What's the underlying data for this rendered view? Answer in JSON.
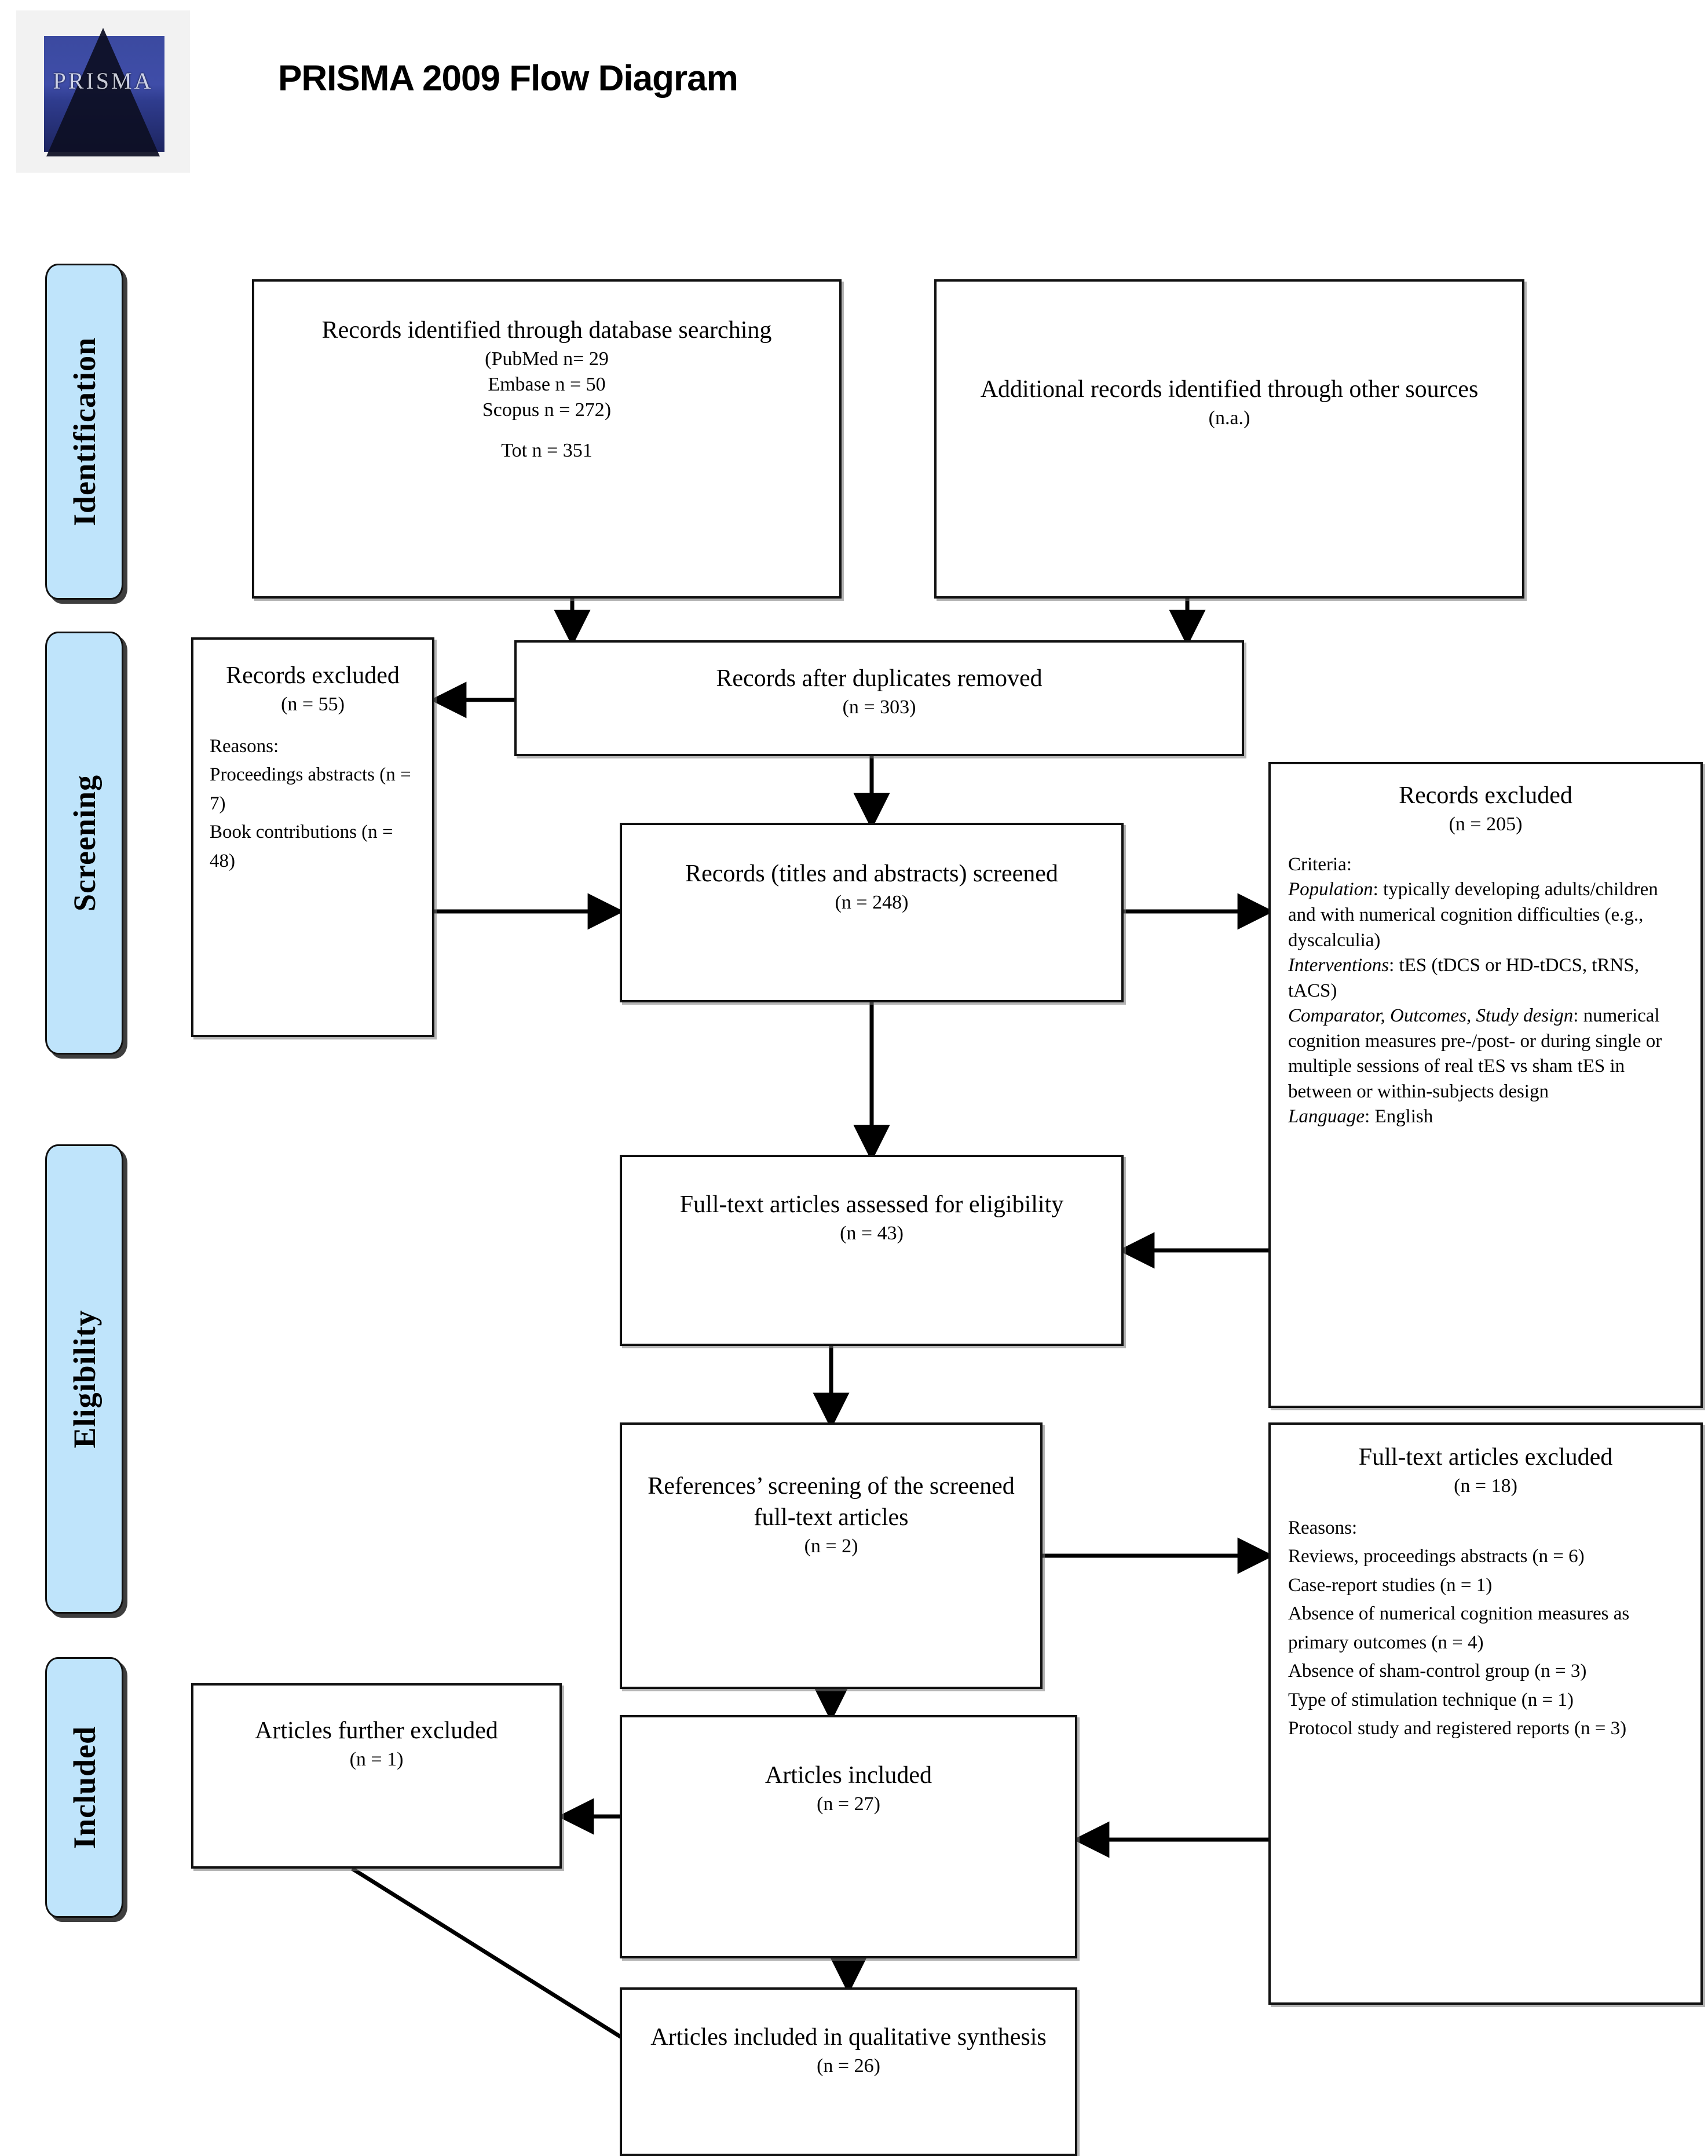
{
  "header": {
    "title": "PRISMA 2009 Flow Diagram",
    "logo_text": "PRISMA"
  },
  "phases": [
    {
      "label": "Identification"
    },
    {
      "label": "Screening"
    },
    {
      "label": "Eligibility"
    },
    {
      "label": "Included"
    }
  ],
  "boxes": {
    "database_records": {
      "title": "Records identified through database searching",
      "line1": "(PubMed n= 29",
      "line2": "Embase n = 50",
      "line3": "Scopus n = 272)",
      "total": "Tot n = 351"
    },
    "other_records": {
      "title": "Additional records identified through other sources",
      "count": "(n.a.)"
    },
    "duplicates_removed": {
      "title": "Records after duplicates removed",
      "count": "(n = 303)"
    },
    "records_excluded_left": {
      "title": "Records excluded",
      "count": "(n = 55)",
      "reasons_label": "Reasons:",
      "reason1": "Proceedings abstracts (n = 7)",
      "reason2": "Book contributions (n = 48)"
    },
    "records_screened": {
      "title": "Records (titles and abstracts) screened",
      "count": "(n = 248)"
    },
    "records_excluded_right": {
      "title": "Records excluded",
      "count": "(n = 205)",
      "criteria_label": "Criteria:",
      "population_key": "Population",
      "population_val": ": typically developing adults/children and with numerical cognition difficulties (e.g., dyscalculia)",
      "interventions_key": "Interventions",
      "interventions_val": ": tES (tDCS or HD-tDCS, tRNS, tACS)",
      "design_key": "Comparator, Outcomes, Study design",
      "design_val": ": numerical cognition measures pre-/post- or during single or multiple sessions of real tES vs sham tES in between or within-subjects design",
      "language_key": "Language",
      "language_val": ": English"
    },
    "fulltext_assessed": {
      "title": "Full-text articles assessed for eligibility",
      "count": "(n = 43)"
    },
    "references_screening": {
      "title": "References’ screening of the screened full-text articles",
      "count": "(n = 2)"
    },
    "fulltext_excluded": {
      "title": "Full-text articles excluded",
      "count": "(n = 18)",
      "reasons_label": "Reasons:",
      "reason1": "Reviews, proceedings abstracts (n = 6)",
      "reason2": "Case-report studies (n = 1)",
      "reason3": "Absence of numerical cognition measures as primary outcomes (n = 4)",
      "reason4": "Absence of sham-control group (n = 3)",
      "reason5": "Type of stimulation technique (n = 1)",
      "reason6": "Protocol study and registered reports (n = 3)"
    },
    "articles_further_excluded": {
      "title": "Articles further excluded",
      "count": "(n = 1)"
    },
    "articles_included": {
      "title": "Articles included",
      "count": "(n = 27)"
    },
    "qualitative_synthesis": {
      "title": "Articles included in qualitative synthesis",
      "count": "(n = 26)"
    }
  },
  "colors": {
    "phase_fill": "#bfe4fb",
    "box_border": "#111111",
    "background": "#ffffff"
  }
}
